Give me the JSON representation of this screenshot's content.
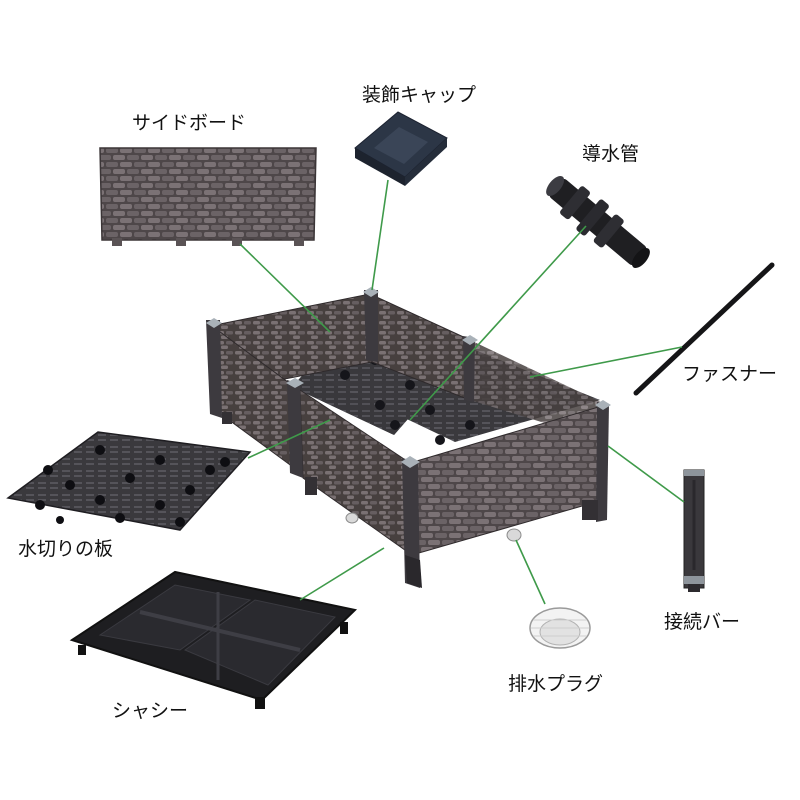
{
  "parts": {
    "side_board": "サイドボード",
    "decorative_cap": "装飾キャップ",
    "drain_pipe": "導水管",
    "fastener": "ファスナー",
    "drain_board": "水切りの板",
    "connecting_bar": "接続バー",
    "drain_plug": "排水プラグ",
    "chassis": "シャシー"
  },
  "colors": {
    "leader_line": "#3f9a4a",
    "plastic_dark": "#2b2a2e",
    "rattan": "#5e5658",
    "rattan_light": "#8a8184",
    "cap_blue": "#2a3340",
    "corner_grey": "#a9b1b8",
    "plug_white": "#f2f2f2"
  }
}
